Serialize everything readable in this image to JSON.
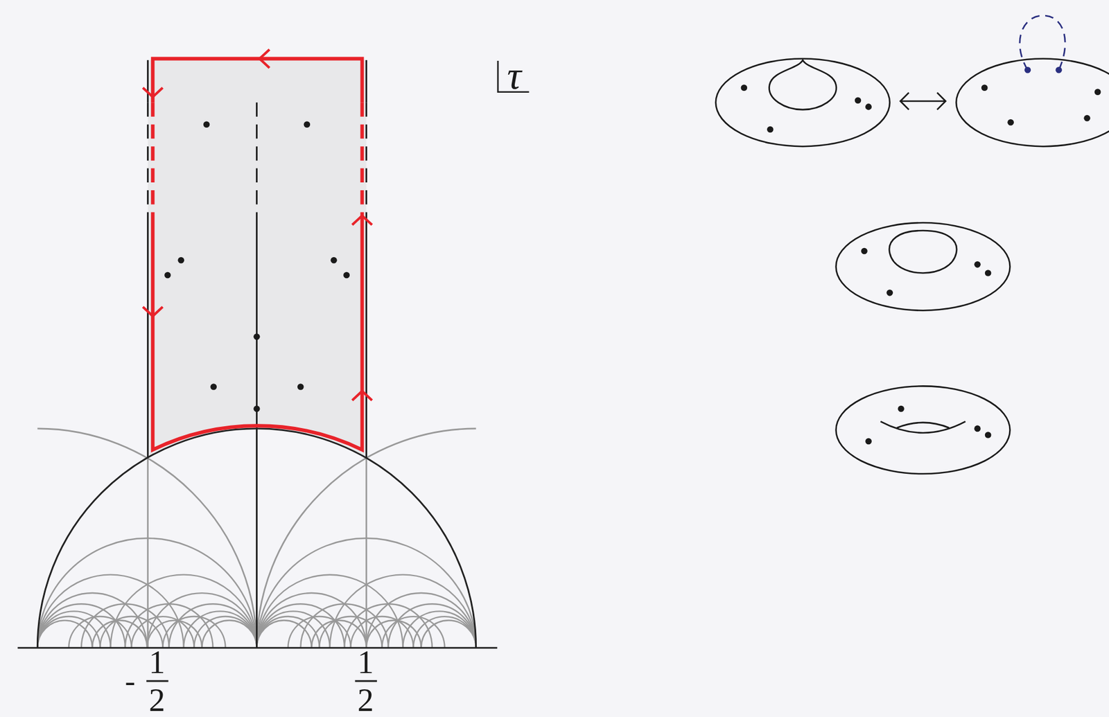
{
  "diagram": {
    "labels": [
      "τ",
      "-",
      "1",
      "2",
      "1",
      "2"
    ]
  }
}
